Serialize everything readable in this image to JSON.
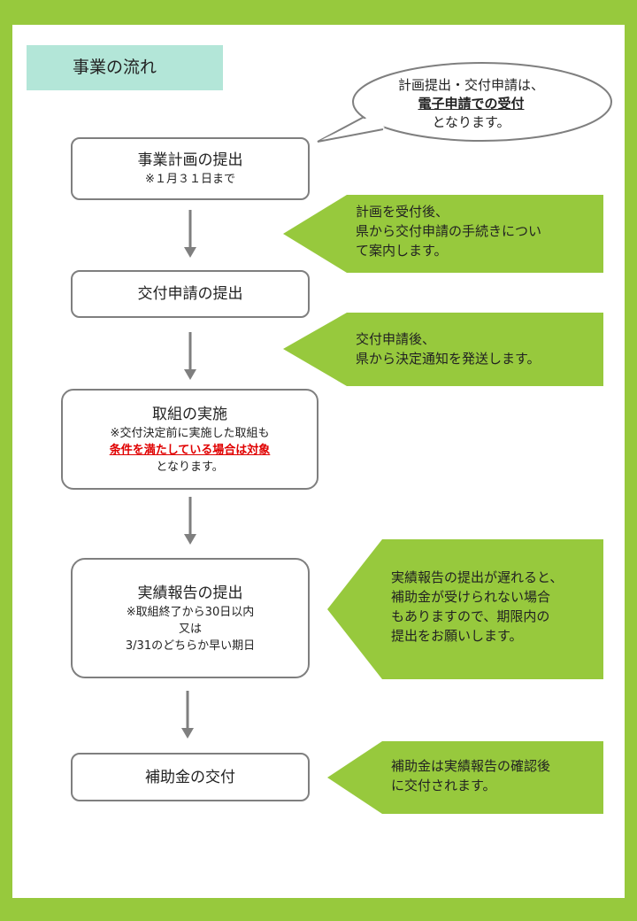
{
  "title": "事業の流れ",
  "bubble": {
    "line1": "計画提出・交付申請は、",
    "line2": "電子申請での受付",
    "line3": "となります。"
  },
  "steps": [
    {
      "main": "事業計画の提出",
      "notes": [
        "※１月３１日まで"
      ]
    },
    {
      "main": "交付申請の提出",
      "notes": []
    },
    {
      "main": "取組の実施",
      "notes": [
        "※交付決定前に実施した取組も"
      ],
      "highlight": "条件を満たしている場合は対象",
      "notes_after": [
        "となります。"
      ]
    },
    {
      "main": "実績報告の提出",
      "notes": [
        "※取組終了から30日以内",
        "又は",
        "3/31のどちらか早い期日"
      ]
    },
    {
      "main": "補助金の交付",
      "notes": []
    }
  ],
  "callouts": [
    {
      "lines": [
        "計画を受付後、",
        "県から交付申請の手続きについ",
        "て案内します。"
      ]
    },
    {
      "lines": [
        "交付申請後、",
        "県から決定通知を発送します。"
      ]
    },
    {
      "lines": [
        "実績報告の提出が遅れると、",
        "補助金が受けられない場合",
        "もありますので、期限内の",
        "提出をお願いします。"
      ]
    },
    {
      "lines": [
        "補助金は実績報告の確認後",
        "に交付されます。"
      ]
    }
  ],
  "colors": {
    "frame": "#97c93d",
    "title_bg": "#b3e6d8",
    "callout": "#97c93d",
    "step_border": "#7f7f7f",
    "arrow": "#7f7f7f",
    "highlight": "#e00000"
  }
}
